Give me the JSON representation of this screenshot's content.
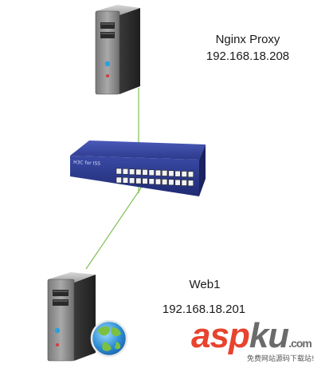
{
  "nodes": {
    "proxy": {
      "name": "Nginx Proxy",
      "ip": "192.168.18.208"
    },
    "switch": {
      "brand": "H3C for ISS"
    },
    "web1": {
      "name": "Web1",
      "ip": "192.168.18.201"
    }
  },
  "watermark": {
    "text_left": "asp",
    "text_right": "ku",
    "dot_com": ".com",
    "subtitle": "免费网站源码下载站!"
  },
  "colors": {
    "link": "#7fbf55",
    "switch_body": "#2f3e91",
    "server_body": "#5a5a5a"
  }
}
